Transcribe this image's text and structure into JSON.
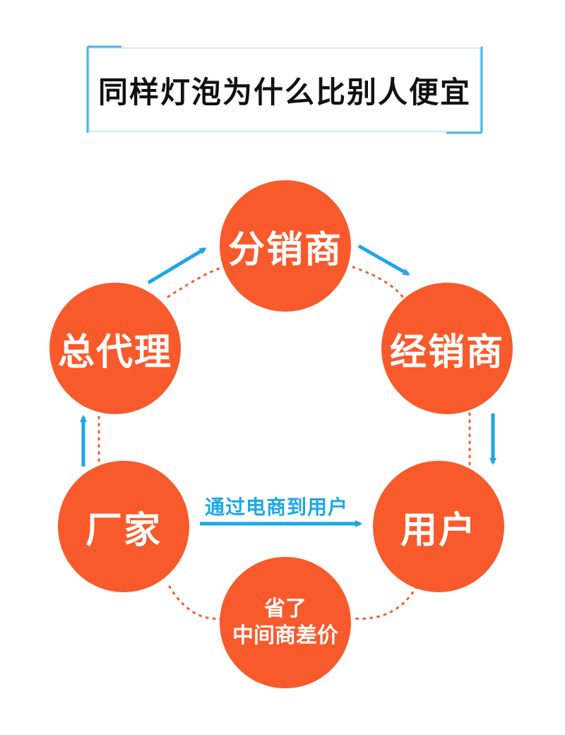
{
  "title": "同样灯泡为什么比别人便宜",
  "colors": {
    "node": "#f85a2b",
    "arrow": "#1ea7e6",
    "dots": "#f85a2b",
    "frame": "#4fb6e8"
  },
  "nodes": {
    "fenxiaoshang": "分销商",
    "jingxiaoshang": "经销商",
    "zongdaili": "总代理",
    "changjia": "厂家",
    "yonghu": "用户",
    "saving_line1": "省了",
    "saving_line2": "中间商差价"
  },
  "edge_label": "通过电商到用户"
}
